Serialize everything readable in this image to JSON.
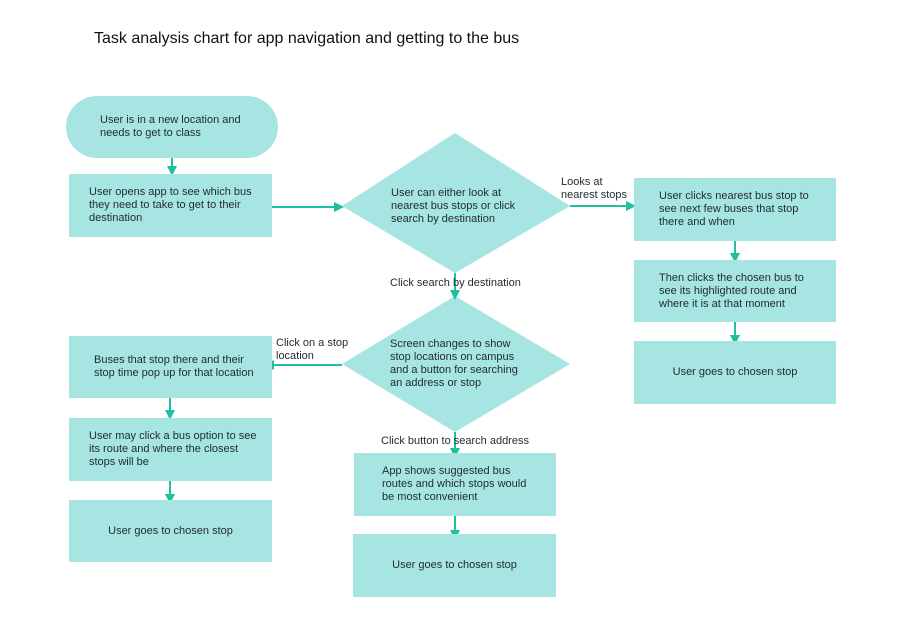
{
  "title": "Task analysis chart for app navigation and getting to the bus",
  "colors": {
    "node_fill": "#a7e5e2",
    "arrow": "#1fbf9f"
  },
  "nodes": {
    "start": "User is in a new location and needs to get to class",
    "open_app": "User opens app to see which bus they need to take to get to their destination",
    "decision_main": "User can either look at nearest bus stops or click search by destination",
    "nearest_stop_click": "User clicks nearest bus stop to see next few buses that stop there and when",
    "chosen_bus_click": "Then clicks the chosen bus to see its highlighted route and where it is at that moment",
    "goes_right": "User goes to chosen stop",
    "decision_search": "Screen changes to show stop locations on campus and a button for searching an address or stop",
    "buses_popup": "Buses that stop there and their stop time pop up for that location",
    "bus_option_click": "User may click a bus option to see its route and where the closest stops will be",
    "goes_left": "User goes to chosen stop",
    "suggested_routes": "App shows suggested bus routes and which stops would be most convenient",
    "goes_center": "User goes to chosen stop"
  },
  "edge_labels": {
    "looks_nearest": "Looks at nearest stops",
    "click_search": "Click search by destination",
    "click_stop": "Click on a stop location",
    "click_button": "Click button to search address"
  }
}
